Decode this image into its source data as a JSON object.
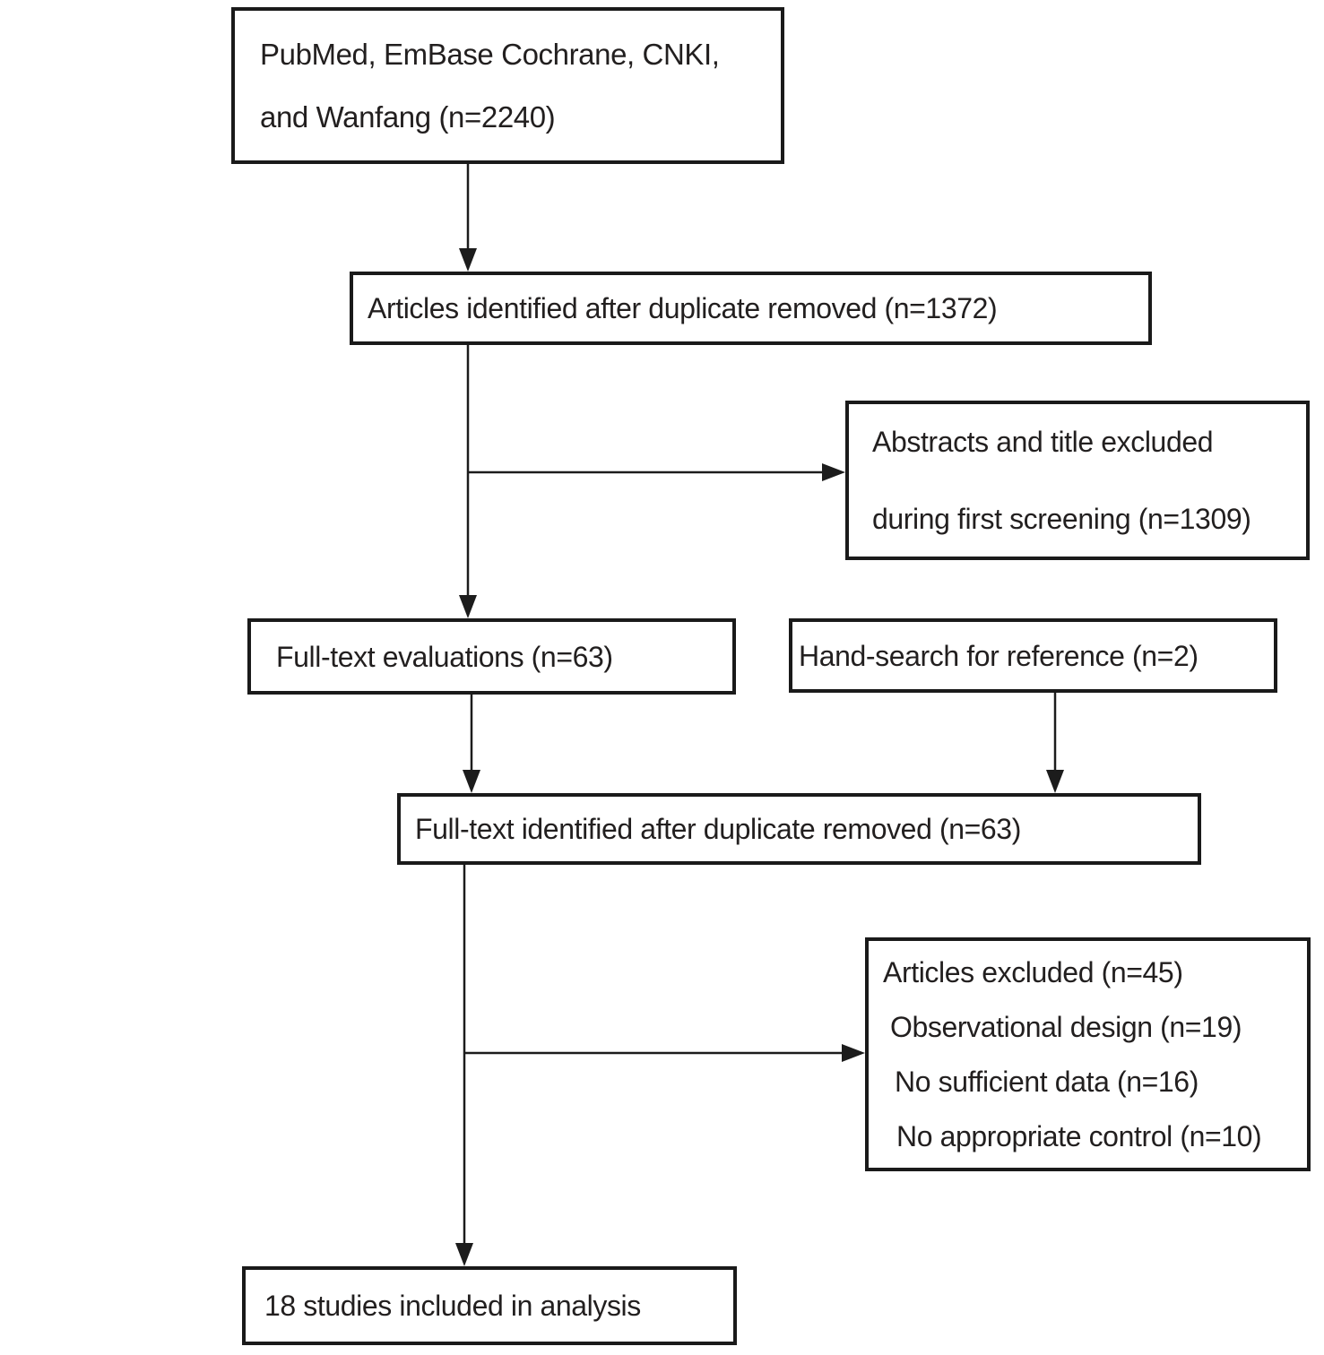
{
  "diagram": {
    "type": "flowchart",
    "colors": {
      "stroke": "#1a1a1a",
      "text": "#221f1f",
      "background": "#ffffff"
    },
    "nodes": {
      "sources": {
        "lines": [
          "PubMed, EmBase Cochrane, CNKI,",
          "and Wanfang (n=2240)"
        ]
      },
      "dedup": {
        "lines": [
          "Articles identified after duplicate removed (n=1372)"
        ]
      },
      "abstracts_excluded": {
        "lines": [
          "Abstracts and title excluded",
          "during first screening (n=1309)"
        ]
      },
      "fulltext_eval": {
        "lines": [
          "Full-text evaluations (n=63)"
        ]
      },
      "handsearch": {
        "lines": [
          "Hand-search for reference (n=2)"
        ]
      },
      "fulltext_dedup": {
        "lines": [
          "Full-text identified after duplicate removed (n=63)"
        ]
      },
      "articles_excluded": {
        "lines": [
          "Articles excluded (n=45)",
          "Observational design (n=19)",
          "No sufficient data (n=16)",
          "No appropriate control (n=10)"
        ]
      },
      "included": {
        "lines": [
          "18 studies included in analysis"
        ]
      }
    },
    "edges": [
      {
        "from": "sources",
        "to": "dedup",
        "direction": "down"
      },
      {
        "from": "dedup",
        "to": "abstracts_excluded",
        "direction": "right-branch"
      },
      {
        "from": "dedup",
        "to": "fulltext_eval",
        "direction": "down"
      },
      {
        "from": "fulltext_eval",
        "to": "fulltext_dedup",
        "direction": "down"
      },
      {
        "from": "handsearch",
        "to": "fulltext_dedup",
        "direction": "down"
      },
      {
        "from": "fulltext_dedup",
        "to": "articles_excluded",
        "direction": "right-branch"
      },
      {
        "from": "fulltext_dedup",
        "to": "included",
        "direction": "down"
      }
    ]
  }
}
